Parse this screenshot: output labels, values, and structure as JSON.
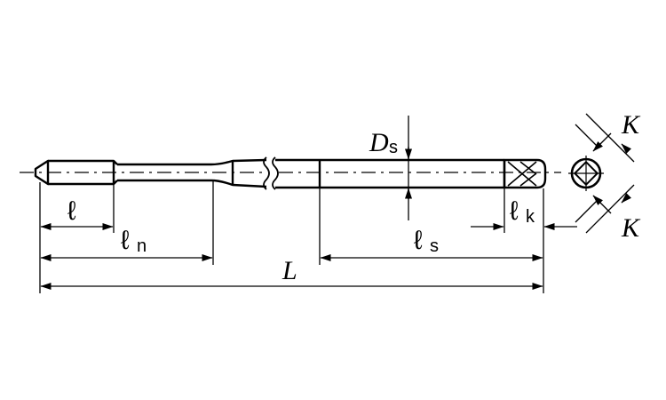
{
  "diagram": {
    "labels": {
      "thread_length": "ℓ",
      "neck_length": "ℓ",
      "neck_sub": "n",
      "overall_length": "L",
      "shank_length": "ℓ",
      "shank_sub": "s",
      "shank_diameter": "D",
      "shank_diameter_sub": "s",
      "square_length": "ℓ",
      "square_sub": "k",
      "square_size_top": "K",
      "square_size_bottom": "K"
    }
  }
}
